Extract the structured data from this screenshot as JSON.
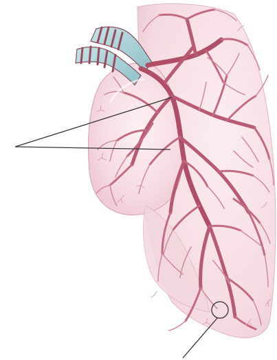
{
  "figure": {
    "subject": "lung-with-pulmonary-vessels",
    "colors": {
      "background": "#ffffff",
      "lung_fill_light": "#fbecef",
      "lung_fill_mid": "#f3d3db",
      "lung_shadow": "#e6b8c3",
      "vessel_dark": "#b4506a",
      "vessel_mid": "#c86e85",
      "vessel_light": "#dc98aa",
      "trachea_ring": "#9a4a5e",
      "trachea_fill": "#a9d2d6",
      "leader_line": "#333333"
    },
    "leader_lines": [
      {
        "name": "left-pointer",
        "targets": 2
      },
      {
        "name": "bottom-pointer",
        "targets": 1
      }
    ]
  }
}
